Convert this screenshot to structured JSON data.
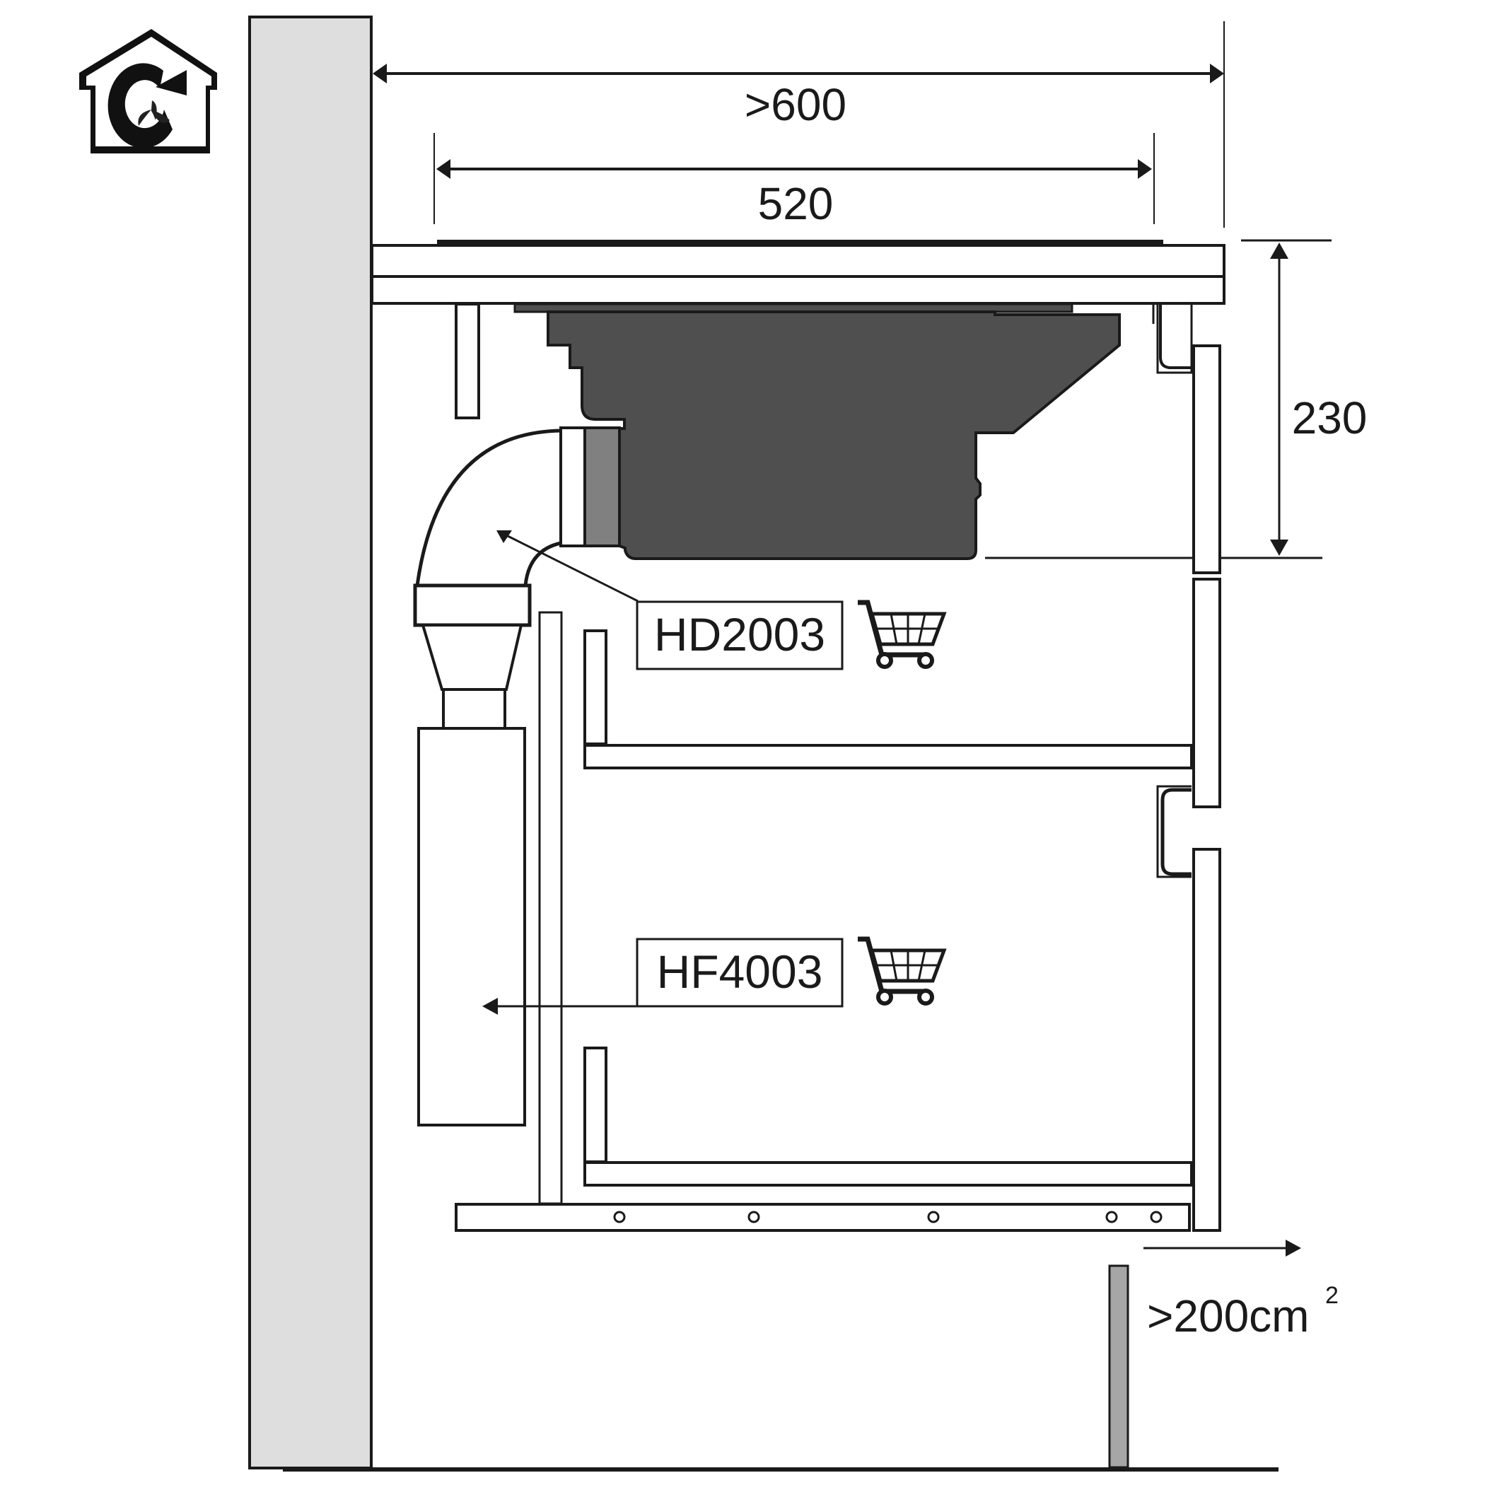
{
  "diagram": {
    "title": "Downdraft hob installation – recirculation mode, side section",
    "mode_icon": "recirculation-house-icon",
    "colors": {
      "line": "#1a1a1a",
      "wall_fill": "#dedede",
      "motor_fill": "#4f4f4f",
      "connector_fill": "#808080",
      "vent_fill": "#a6a6a6",
      "background": "#ffffff"
    },
    "dimensions": {
      "cabinet_depth": ">600",
      "hob_cutout": "520",
      "installation_height": "230",
      "vent_area_value": ">200cm",
      "vent_area_unit_sup": "2"
    },
    "accessories": [
      {
        "code": "HD2003",
        "icon": "shopping-cart-icon",
        "points_to": "duct-elbow"
      },
      {
        "code": "HF4003",
        "icon": "shopping-cart-icon",
        "points_to": "recirculation-filter"
      }
    ]
  }
}
